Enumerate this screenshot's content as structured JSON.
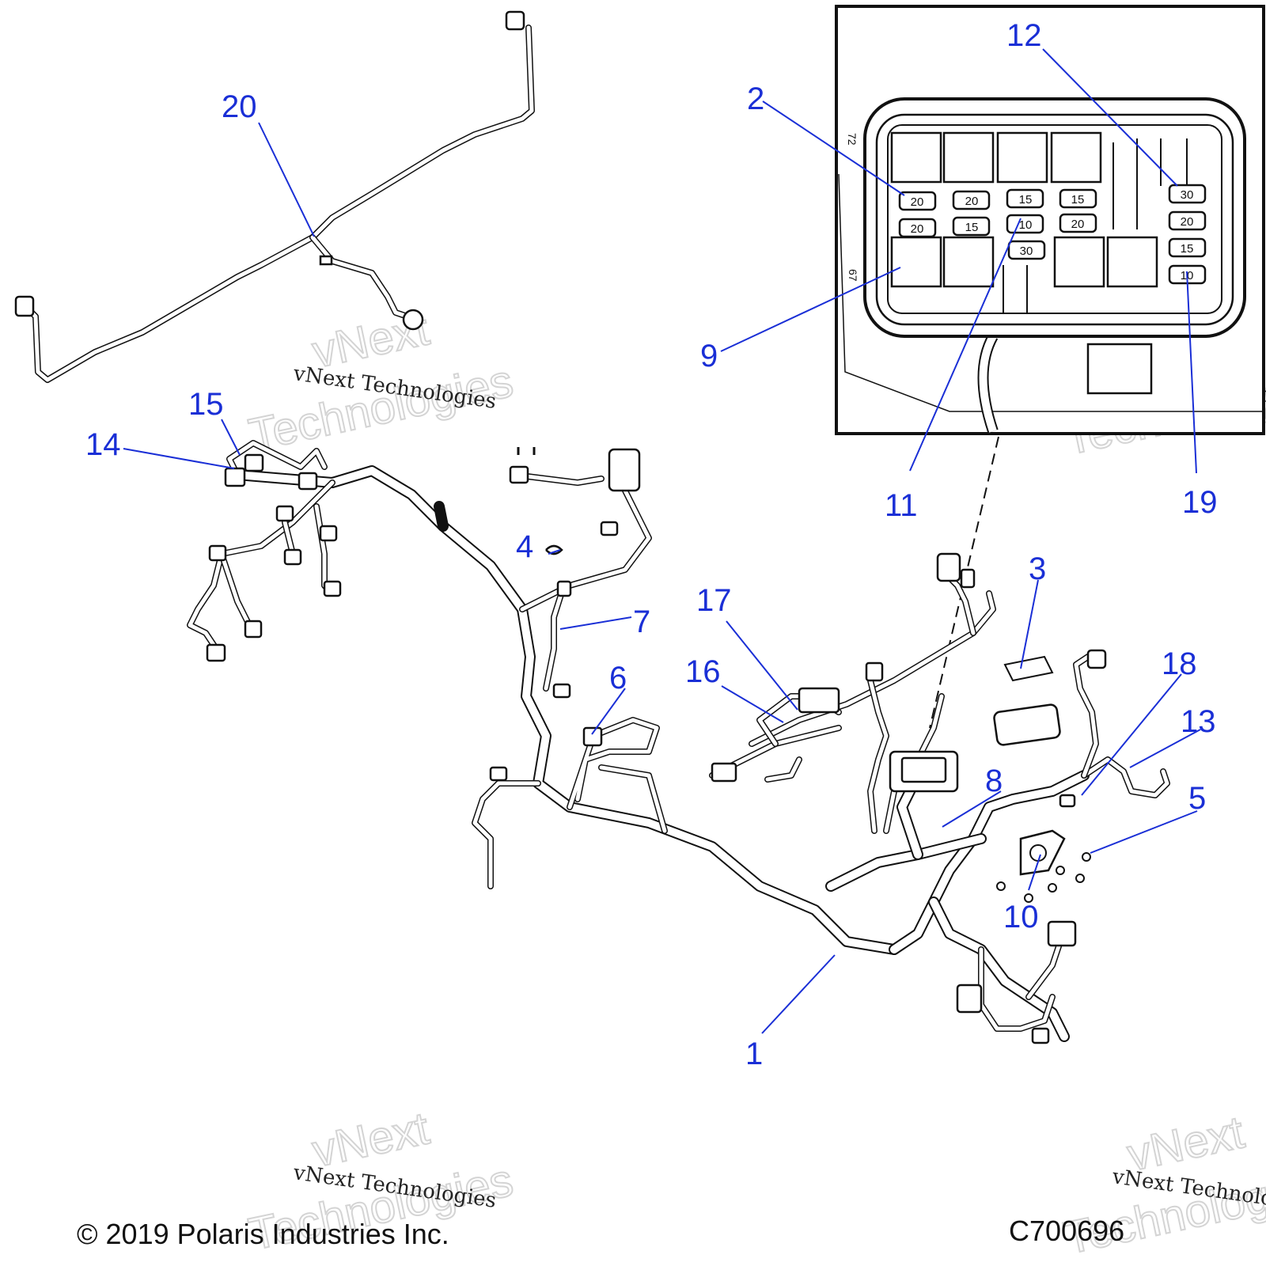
{
  "callouts": [
    {
      "label": "1"
    },
    {
      "label": "2"
    },
    {
      "label": "3"
    },
    {
      "label": "4"
    },
    {
      "label": "5"
    },
    {
      "label": "6"
    },
    {
      "label": "7"
    },
    {
      "label": "8"
    },
    {
      "label": "9"
    },
    {
      "label": "10"
    },
    {
      "label": "11"
    },
    {
      "label": "12"
    },
    {
      "label": "13"
    },
    {
      "label": "14"
    },
    {
      "label": "15"
    },
    {
      "label": "16"
    },
    {
      "label": "17"
    },
    {
      "label": "18"
    },
    {
      "label": "19"
    },
    {
      "label": "20"
    }
  ],
  "fuse_box": {
    "side_labels": [
      "72",
      "67"
    ],
    "fuses": [
      {
        "label": "20"
      },
      {
        "label": "20"
      },
      {
        "label": "15"
      },
      {
        "label": "15"
      },
      {
        "label": "20"
      },
      {
        "label": "15"
      },
      {
        "label": "10"
      },
      {
        "label": "20"
      },
      {
        "label": "30"
      },
      {
        "label": "30"
      },
      {
        "label": "20"
      },
      {
        "label": "15"
      },
      {
        "label": "10"
      }
    ]
  },
  "watermark": {
    "line1": "vNext",
    "line2": "Technologies",
    "caption": "vNext Technologies"
  },
  "footer": {
    "copyright": "© 2019 Polaris Industries Inc.",
    "diagram_id": "C700696"
  },
  "colors": {
    "callout": "#1a2fd6",
    "line": "#111111"
  }
}
